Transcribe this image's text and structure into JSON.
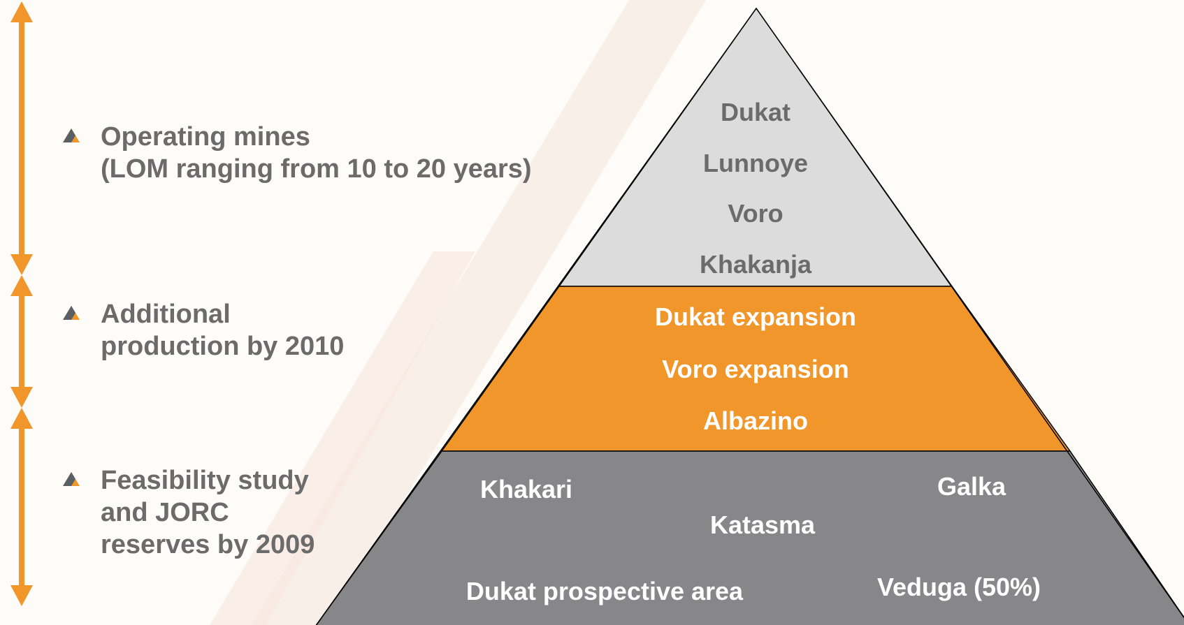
{
  "colors": {
    "arrow": "#f0962a",
    "tier_top": "#dcdcdc",
    "tier_middle": "#f0962a",
    "tier_bottom": "#87878a",
    "text_grey": "#6b6b6b"
  },
  "stages": [
    {
      "lines": [
        "Operating mines",
        "(LOM ranging from 10 to 20 years)"
      ]
    },
    {
      "lines": [
        "Additional",
        "production by 2010"
      ]
    },
    {
      "lines": [
        "Feasibility study",
        "and JORC",
        "reserves by 2009"
      ]
    }
  ],
  "pyramid": {
    "top": [
      "Dukat",
      "Lunnoye",
      "Voro",
      "Khakanja"
    ],
    "middle": [
      "Dukat expansion",
      "Voro expansion",
      "Albazino"
    ],
    "bottom": {
      "khakari": "Khakari",
      "galka": "Galka",
      "katasma": "Katasma",
      "dukat_prospective": "Dukat prospective area",
      "veduga": "Veduga (50%)"
    }
  }
}
